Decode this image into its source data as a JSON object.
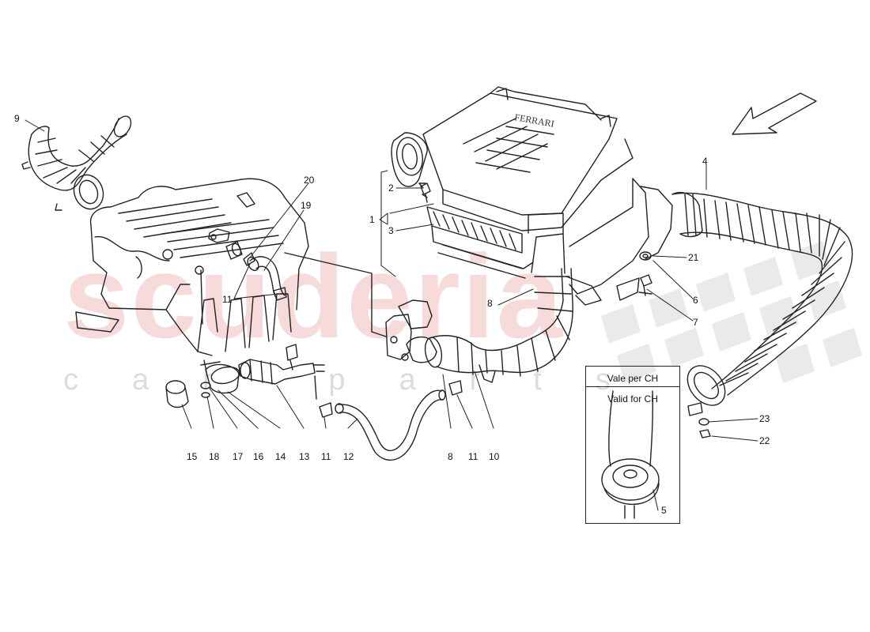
{
  "watermark": {
    "main": "scuderia",
    "sub": "car parts",
    "colors": {
      "main": "#f2c4c4",
      "sub": "#dcdcdc",
      "checker": "#e6e6e6"
    }
  },
  "inset": {
    "line1": "Vale per CH",
    "line2": "Valid for CH"
  },
  "callouts": {
    "c1": "1",
    "c2": "2",
    "c3": "3",
    "c4": "4",
    "c5": "5",
    "c6": "6",
    "c7": "7",
    "c8a": "8",
    "c8b": "8",
    "c9": "9",
    "c10": "10",
    "c11a": "11",
    "c11b": "11",
    "c11c": "11",
    "c12": "12",
    "c13": "13",
    "c14": "14",
    "c15": "15",
    "c16": "16",
    "c17": "17",
    "c18": "18",
    "c19": "19",
    "c20": "20",
    "c21": "21",
    "c22": "22",
    "c23": "23"
  },
  "icons": {
    "direction": "arrow-direction-icon"
  }
}
